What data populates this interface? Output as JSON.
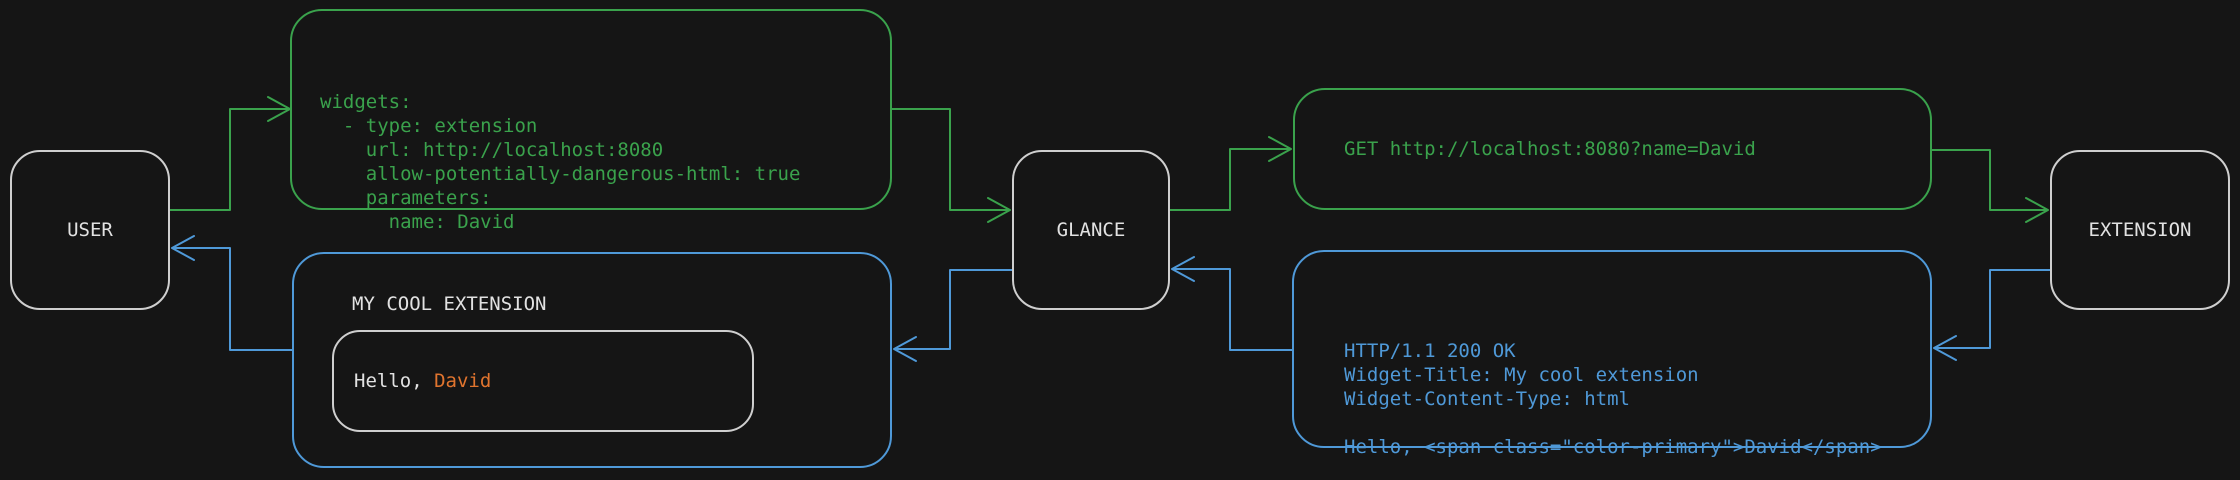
{
  "colors": {
    "background": "#151515",
    "request_path_green": "#3aa24c",
    "response_path_blue": "#4f99d8",
    "highlight_orange": "#e0742e",
    "node_border_gray": "#cfcfcf",
    "text_light": "#e2e2e2"
  },
  "nodes": {
    "user": {
      "label": "USER"
    },
    "glance": {
      "label": "GLANCE"
    },
    "extension": {
      "label": "EXTENSION"
    }
  },
  "messages": {
    "config": {
      "lines": [
        "widgets:",
        "  - type: extension",
        "    url: http://localhost:8080",
        "    allow-potentially-dangerous-html: true",
        "    parameters:",
        "      name: David"
      ]
    },
    "request": {
      "text": "GET http://localhost:8080?name=David"
    },
    "response": {
      "lines": [
        "HTTP/1.1 200 OK",
        "Widget-Title: My cool extension",
        "Widget-Content-Type: html",
        "",
        "Hello, <span class=\"color-primary\">David</span>"
      ]
    },
    "widget": {
      "title": "MY COOL EXTENSION",
      "greeting_prefix": "Hello, ",
      "greeting_name": "David"
    }
  }
}
